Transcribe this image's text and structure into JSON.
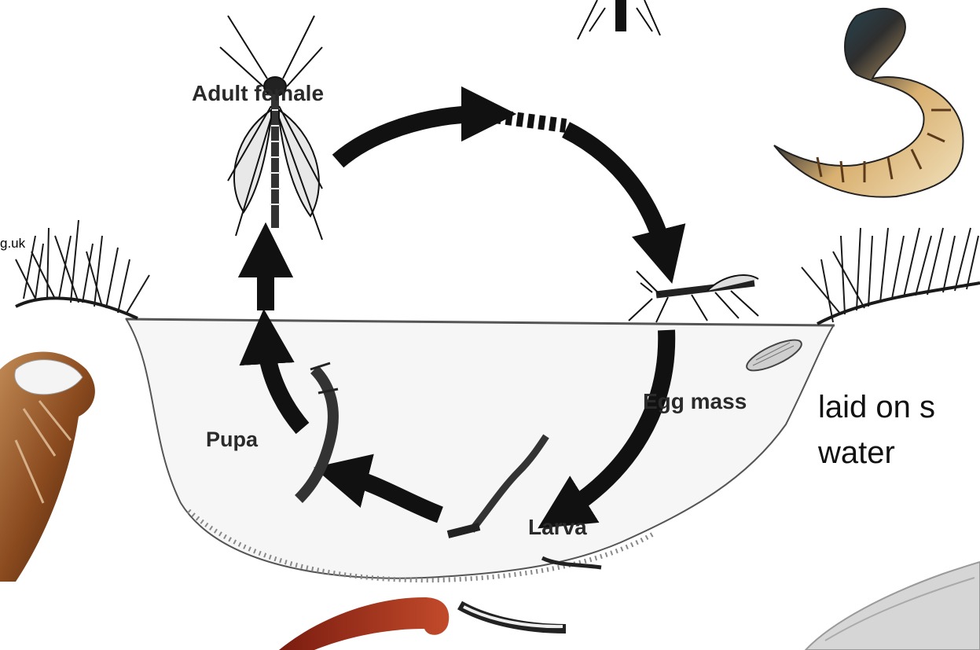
{
  "diagram": {
    "stages": {
      "adult": "Adult female",
      "pupa": "Pupa",
      "egg": "Egg mass",
      "larva": "Larva"
    },
    "source_fragment": "g.uk",
    "note_lines": [
      "laid on s",
      "water"
    ]
  },
  "colors": {
    "arrow": "#111111",
    "water_line": "#555555",
    "vegetation": "#1a1a1a",
    "pupa_photo": "#8a4a1e",
    "larva_photo_top": "#1f5f7a",
    "larva_photo_body": "#d9b070"
  },
  "icons": [
    "adult-mosquito-icon",
    "egg-laying-mosquito-icon",
    "egg-raft-icon",
    "larva-icon",
    "pupa-icon",
    "grass-tuft-icon"
  ]
}
